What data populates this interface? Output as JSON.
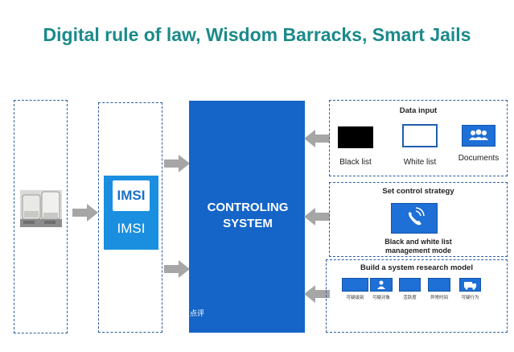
{
  "title": "Digital rule of law, Wisdom Barracks, Smart Jails",
  "imsi": {
    "badge_text": "IMSI",
    "label": "IMSI"
  },
  "control": {
    "line1": "CONTROLING",
    "line2": "SYSTEM",
    "note": "点评"
  },
  "data_input": {
    "title": "Data input",
    "items": [
      {
        "label": "Black list",
        "icon": "black-list-icon"
      },
      {
        "label": "White list",
        "icon": "white-list-icon"
      },
      {
        "label": "Documents",
        "icon": "documents-icon"
      }
    ]
  },
  "strategy": {
    "title": "Set control strategy",
    "label_line1": "Black and white list",
    "label_line2": "management mode",
    "icon": "phone-signal-icon"
  },
  "research": {
    "title": "Build a system research model",
    "items": [
      {
        "label": "可疑级别"
      },
      {
        "label": "可疑对象"
      },
      {
        "label": "活跃度"
      },
      {
        "label": "异常时间"
      },
      {
        "label": "可疑行为"
      }
    ]
  },
  "colors": {
    "title": "#1b8a8a",
    "control_box": "#1565c8",
    "dashed_border": "#2b5f9e",
    "arrow": "#a6a6a6"
  }
}
